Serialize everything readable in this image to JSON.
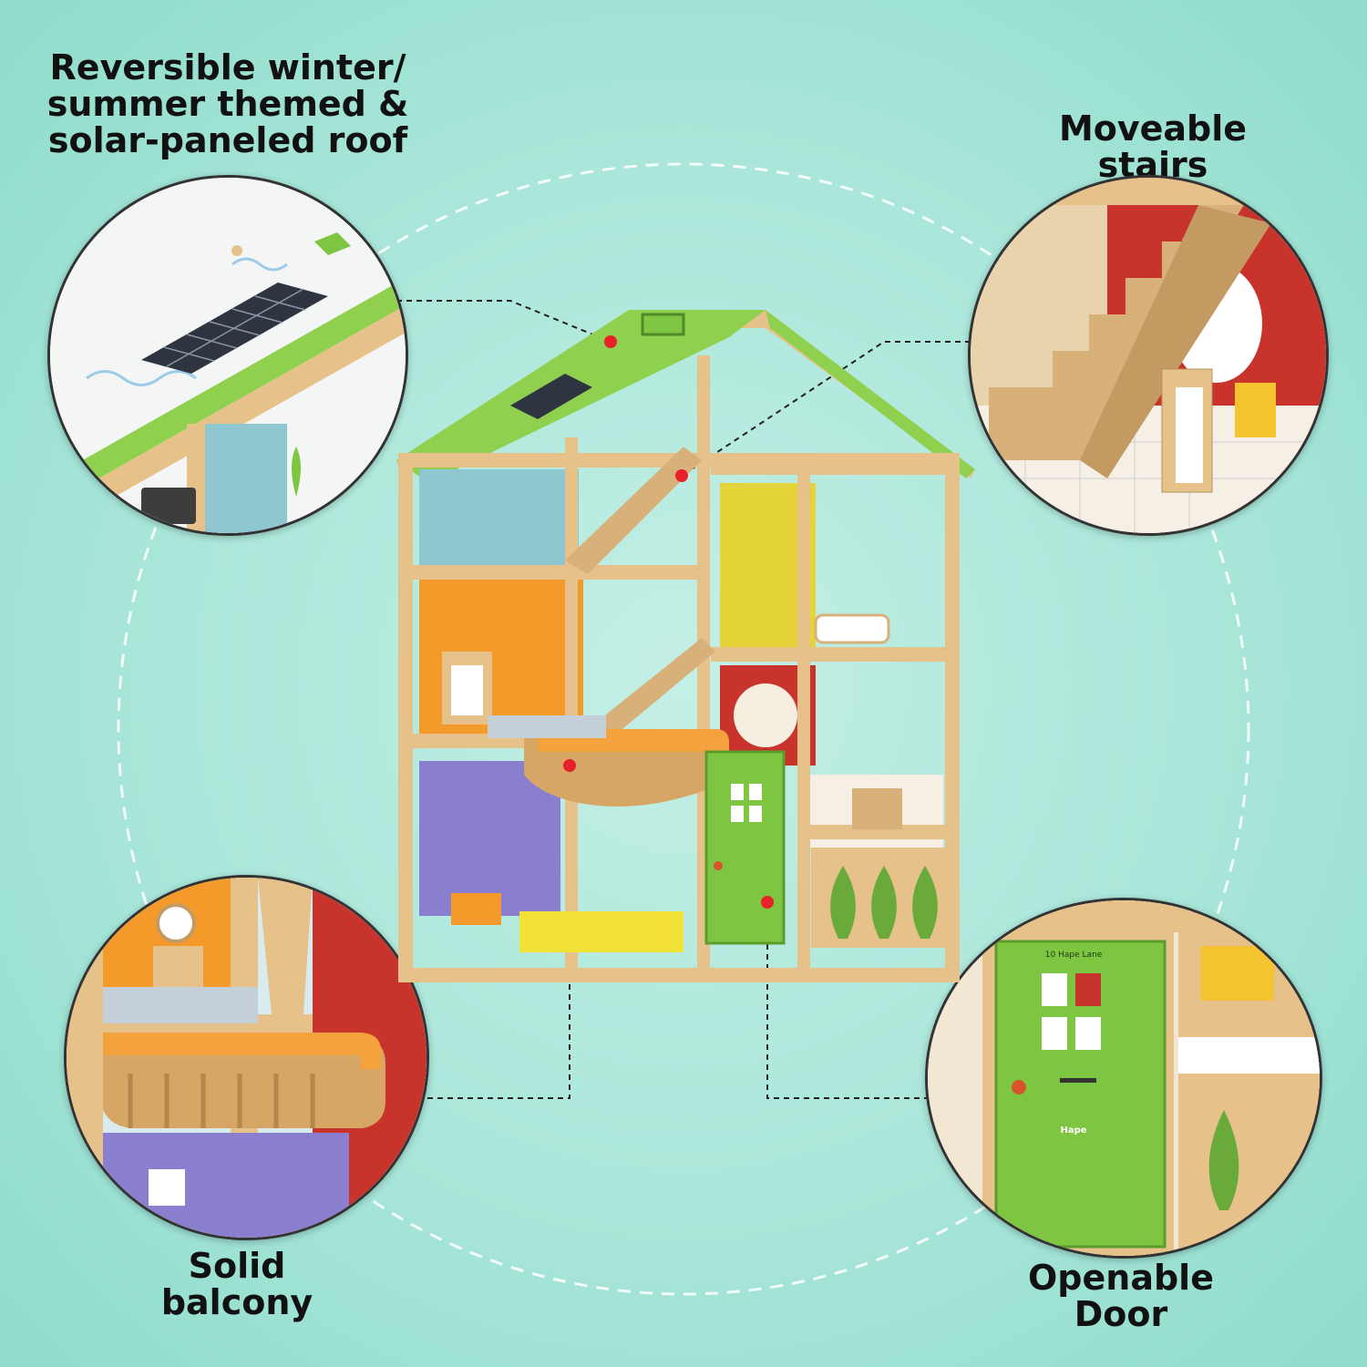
{
  "features": {
    "roof": "Reversible winter/ summer themed & solar-paneled roof",
    "stairs": "Moveable stairs",
    "balcony": "Solid balcony",
    "door": "Openable Door"
  },
  "door_sign": "10 Hape Lane",
  "brand_logo_text": "Hape",
  "colors": {
    "background": "#a9e6d9",
    "roof_green": "#8fd14f",
    "door_green": "#7ec642",
    "wood": "#e6c28a",
    "callout_dot": "#e8202a"
  }
}
